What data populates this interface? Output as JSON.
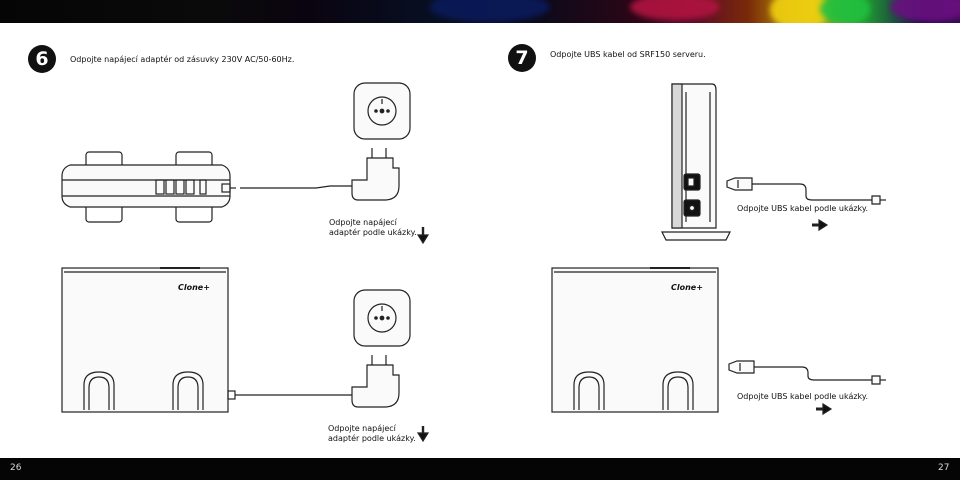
{
  "step6": {
    "number": "6",
    "title": "Odpojte napájecí adaptér od zásuvky 230V AC/50-60Hz.",
    "caption_upper": "Odpojte napájecí adaptér podle ukázky.",
    "caption_lower": "Odpojte napájecí adaptér podle ukázky.",
    "logo": "Clone+"
  },
  "step7": {
    "number": "7",
    "title": "Odpojte UBS kabel od SRF150 serveru.",
    "caption_upper": "Odpojte UBS kabel podle ukázky.",
    "caption_lower": "Odpojte UBS kabel podle ukázky.",
    "logo": "Clone+"
  },
  "footer": {
    "page_left": "26",
    "page_right": "27"
  }
}
